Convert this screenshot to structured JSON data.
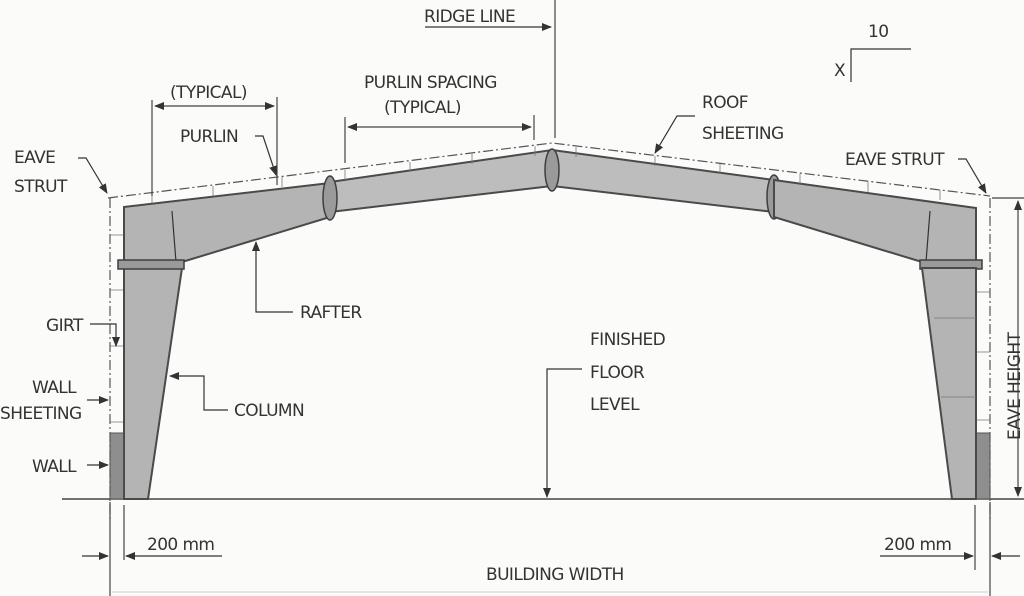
{
  "diagram": {
    "type": "portal frame building cross-section",
    "slope": {
      "rise": "X",
      "run": "10"
    },
    "labels": {
      "ridge_line": "RIDGE LINE",
      "typical": "(TYPICAL)",
      "purlin_spacing_line1": "PURLIN SPACING",
      "purlin_spacing_line2": "(TYPICAL)",
      "purlin": "PURLIN",
      "roof_sheeting_line1": "ROOF",
      "roof_sheeting_line2": "SHEETING",
      "eave_strut_left_line1": "EAVE",
      "eave_strut_left_line2": "STRUT",
      "eave_strut_right": "EAVE STRUT",
      "rafter": "RAFTER",
      "girt": "GIRT",
      "wall_sheeting_line1": "WALL",
      "wall_sheeting_line2": "SHEETING",
      "column": "COLUMN",
      "wall": "WALL",
      "finished_floor_line1": "FINISHED",
      "finished_floor_line2": "FLOOR",
      "finished_floor_line3": "LEVEL",
      "eave_height": "EAVE HEIGHT",
      "building_width": "BUILDING WIDTH",
      "offset_left": "200 mm",
      "offset_right": "200 mm"
    },
    "colors": {
      "steel": "#b4b4b4",
      "outline": "#4a4a4a",
      "wall": "#8e8e8e",
      "background": "#fbfbfa"
    }
  }
}
